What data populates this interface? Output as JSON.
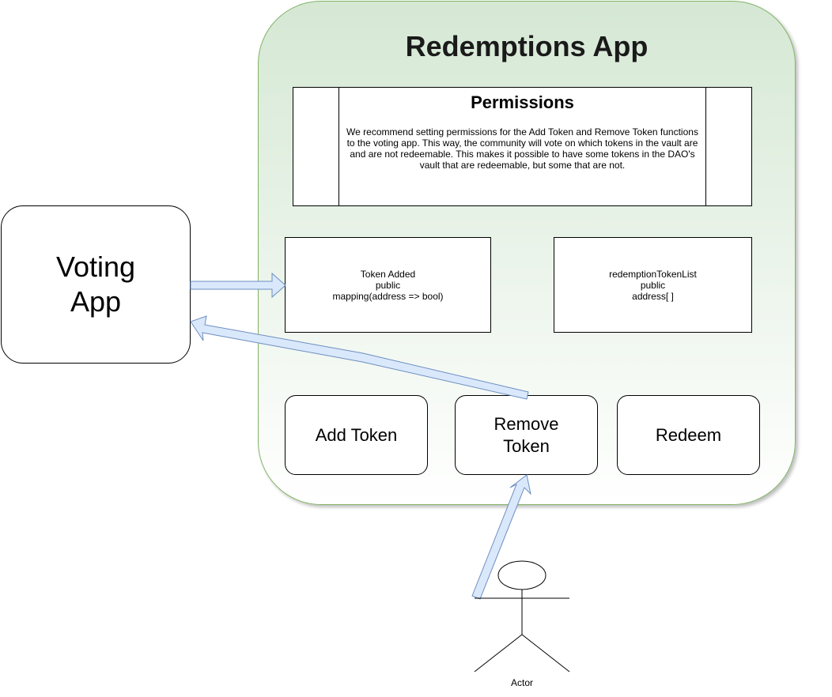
{
  "app": {
    "title": "Redemptions App"
  },
  "permissions": {
    "title": "Permissions",
    "body": "We recommend setting permissions for the Add Token and Remove Token functions to the voting app. This way, the community will vote on which tokens in the vault are and are not redeemable. This makes it possible to have some tokens in the DAO's vault that are redeemable, but some that are not."
  },
  "variables": {
    "token_added": {
      "name": "Token Added",
      "visibility": "public",
      "type": "mapping(address => bool)"
    },
    "redemption_token_list": {
      "name": "redemptionTokenList",
      "visibility": "public",
      "type": "address[ ]"
    }
  },
  "functions": {
    "add_token": "Add Token",
    "remove_token_line1": "Remove",
    "remove_token_line2": "Token",
    "redeem": "Redeem"
  },
  "voting_app": {
    "line1": "Voting",
    "line2": "App"
  },
  "actor": {
    "label": "Actor"
  },
  "colors": {
    "container_fill_top": "#d5e8d4",
    "container_border": "#82b366",
    "arrow_fill": "#dae8fc",
    "arrow_stroke": "#6c8ebf"
  }
}
